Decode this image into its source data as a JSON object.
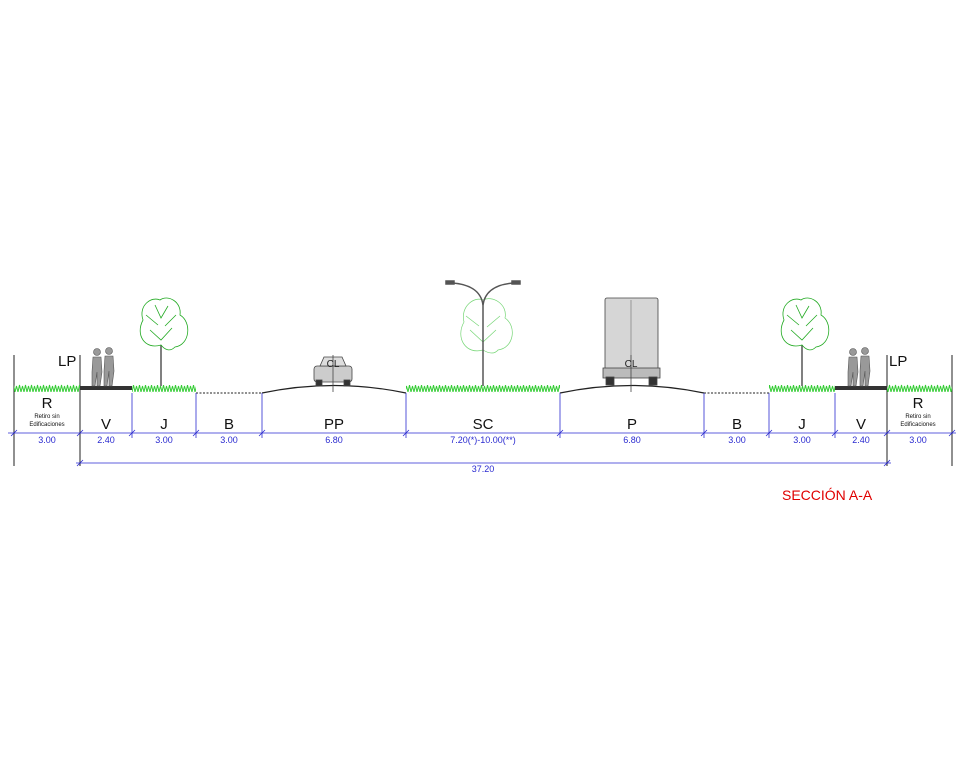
{
  "title": "SECCIÓN A-A",
  "lp_label": "LP",
  "cl_symbol": "CL",
  "retiro_note": [
    "Retiro sin",
    "Edificaciones"
  ],
  "total_width": "37.20",
  "zones": [
    {
      "label": "R",
      "dim": "3.00"
    },
    {
      "label": "V",
      "dim": "2.40"
    },
    {
      "label": "J",
      "dim": "3.00"
    },
    {
      "label": "B",
      "dim": "3.00"
    },
    {
      "label": "PP",
      "dim": "6.80"
    },
    {
      "label": "SC",
      "dim": "7.20(*)-10.00(**)"
    },
    {
      "label": "P",
      "dim": "6.80"
    },
    {
      "label": "B",
      "dim": "3.00"
    },
    {
      "label": "J",
      "dim": "3.00"
    },
    {
      "label": "V",
      "dim": "2.40"
    },
    {
      "label": "R",
      "dim": "3.00"
    }
  ],
  "colors": {
    "grass": "#33cc33",
    "tree": "#22aa22",
    "dimension": "#2a2ad0",
    "title": "#e00000",
    "lines": "#222222"
  }
}
